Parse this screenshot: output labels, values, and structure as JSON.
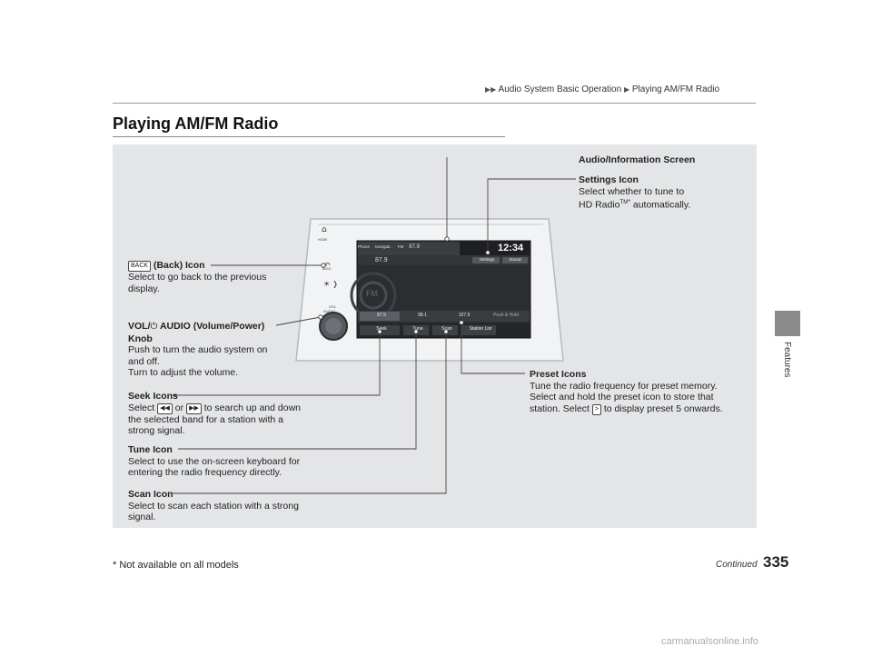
{
  "header": {
    "crumb1": "Audio System Basic Operation",
    "crumb2": "Playing AM/FM Radio",
    "section": "Features"
  },
  "page": {
    "title": "Playing AM/FM Radio",
    "continued": "Continued",
    "page_number": "335",
    "footnote": "* Not available on all models",
    "watermark": "carmanualsonline.info"
  },
  "callouts": {
    "audio_screen": {
      "title": "Audio/Information Screen"
    },
    "settings": {
      "title": "Settings Icon",
      "line1": "Select whether to tune to",
      "line2a": "HD Radio",
      "tm": "TM",
      "star": "*",
      "line2b": " automatically."
    },
    "back": {
      "badge": "BACK",
      "title": " (Back) Icon",
      "line1": "Select to go back to the previous",
      "line2": "display."
    },
    "vol": {
      "title_a": "VOL/",
      "title_b": " AUDIO (Volume/Power)",
      "title_c": "Knob",
      "line1": "Push to turn the audio system on",
      "line2": "and off.",
      "line3": "Turn to adjust the volume."
    },
    "seek": {
      "title": "Seek Icons",
      "pre": "Select ",
      "or": " or ",
      "post": " to search up and down",
      "line2": "the selected band for a station with a",
      "line3": "strong signal."
    },
    "tune": {
      "title": "Tune Icon",
      "line1": "Select to use the on-screen keyboard for",
      "line2": "entering the radio frequency directly."
    },
    "scan": {
      "title": "Scan Icon",
      "line1": "Select to scan each station with a strong",
      "line2": "signal."
    },
    "preset": {
      "title": "Preset Icons",
      "line1": "Tune the radio frequency for preset memory.",
      "line2": "Select and hold the preset icon to store that",
      "line3a": "station. Select ",
      "arrow": ">",
      "line3b": " to display preset 5 onwards."
    }
  },
  "screen": {
    "clock": "12:34",
    "top_icons": [
      "Phone",
      "Navigati..",
      "FM"
    ],
    "freq_top": "87.9",
    "freq_main": "87.9",
    "settings_btn": "Settings",
    "sound_btn": "Sound",
    "band": "FM",
    "presets": [
      "87.9",
      "98.1",
      "107.9"
    ],
    "push_hold": "Push & Hold",
    "bottom_buttons": [
      "Seek",
      "Tune",
      "Scan",
      "Station List"
    ],
    "side_labels": {
      "home": "HOME",
      "back": "BACK",
      "vol": "VOL",
      "audio": "AUDIO"
    }
  }
}
